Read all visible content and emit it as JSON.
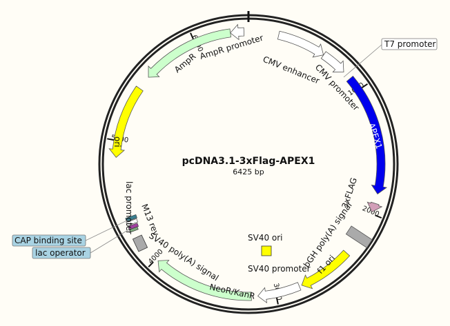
{
  "title": "pcDNA3.1-3xFlag-APEX1",
  "length_label": "6425 bp",
  "total_bp": 6425,
  "ticks": [
    {
      "bp": 1000,
      "label": "1000"
    },
    {
      "bp": 2000,
      "label": "2000"
    },
    {
      "bp": 3000,
      "label": "3000"
    },
    {
      "bp": 4000,
      "label": "4000"
    },
    {
      "bp": 5000,
      "label": "5000"
    },
    {
      "bp": 6000,
      "label": "6000"
    }
  ],
  "features": [
    {
      "id": "cmv-enhancer",
      "label": "CMV enhancer",
      "start": 235,
      "end": 615,
      "dir": 1,
      "color": "#ffffff"
    },
    {
      "id": "cmv-promoter",
      "label": "CMV promoter",
      "start": 616,
      "end": 820,
      "dir": 1,
      "color": "#ffffff"
    },
    {
      "id": "apex1",
      "label": "APEX1",
      "start": 890,
      "end": 1840,
      "dir": 1,
      "color": "#0000ee"
    },
    {
      "id": "3xflag",
      "label": "3xFLAG",
      "start": 1915,
      "end": 1985,
      "dir": 1,
      "color": "#d29fb8"
    },
    {
      "id": "bgh-polya",
      "label": "bGH poly(A) signal",
      "start": 2090,
      "end": 2315,
      "dir": 0,
      "color": "#aaaaaa"
    },
    {
      "id": "f1-ori",
      "label": "f1 ori",
      "start": 2360,
      "end": 2790,
      "dir": 1,
      "color": "#ffff00"
    },
    {
      "id": "sv40-promoter",
      "label": "SV40 promoter",
      "start": 2810,
      "end": 3140,
      "dir": 1,
      "color": "#ffffff"
    },
    {
      "id": "neor-kanr",
      "label": "NeoR/KanR",
      "start": 3190,
      "end": 3980,
      "dir": 1,
      "color": "#ccffcc"
    },
    {
      "id": "sv40-polya",
      "label": "SV40 poly(A) signal",
      "start": 4150,
      "end": 4272,
      "dir": 0,
      "color": "#aaaaaa"
    },
    {
      "id": "ori",
      "label": "ori",
      "start": 4870,
      "end": 5440,
      "dir": -1,
      "color": "#ffff00"
    },
    {
      "id": "ampr",
      "label": "AmpR",
      "start": 5550,
      "end": 6285,
      "dir": -1,
      "color": "#ccffcc"
    },
    {
      "id": "ampr-promoter",
      "label": "AmpR promoter",
      "start": 6285,
      "end": 6390,
      "dir": -1,
      "color": "#ffffff"
    }
  ],
  "small_features": [
    {
      "id": "cap-binding-site",
      "label": "CAP binding site",
      "bp": 4465,
      "color": "#3a7f8f"
    },
    {
      "id": "lac-promoter",
      "label": "lac promoter",
      "bp": 4500,
      "color": "#ffffff"
    },
    {
      "id": "lac-operator",
      "label": "lac operator",
      "bp": 4520,
      "color": "#a040a0"
    },
    {
      "id": "m13-rev",
      "label": "M13 rev",
      "bp": 4540,
      "color": "#7fa87f"
    }
  ],
  "inner_features": [
    {
      "id": "sv40-ori",
      "label": "SV40 ori"
    }
  ],
  "callouts": [
    {
      "id": "t7-promoter",
      "label": "T7 promoter"
    },
    {
      "id": "cap-binding-site",
      "label": "CAP binding site"
    },
    {
      "id": "lac-operator",
      "label": "lac operator"
    }
  ]
}
